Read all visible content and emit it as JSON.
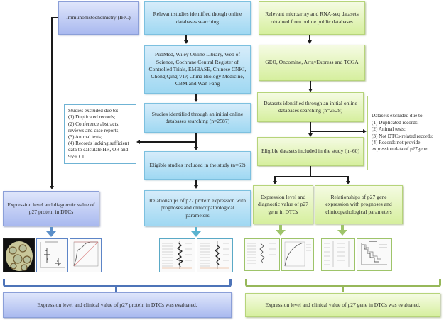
{
  "left_branch": {
    "ihc": "Immunohistochemistry (IHC)",
    "expression_diag": "Expression level and diagnostic value of p27 protein in DTCs"
  },
  "middle_branch": {
    "identified": "Relevant studies identified though online databases searching",
    "databases": "PubMed, Wiley Online Library, Web of Science, Cochrane Central Register of Controlled Trials, EMBASE, Chinese CNKI, Chong Qing VIP, China Biology Medicine, CBM and Wan Fang",
    "initial": "Studies identified through an initial online databases searching (n=2587)",
    "eligible": "Eligible studies included in the study (n=62)",
    "relationships": "Relationships of p27 protein expression with prognoses and clinicopathological parameters",
    "excluded": "Studies excluded due to:\n(1) Duplicated records;\n(2) Conference abstracts, reviews and case reports;\n(3) Animal tests;\n(4) Records lacking sufficient data to calculate HR, OR and 95% CI."
  },
  "right_branch": {
    "identified": "Relevant microarray and RNA-seq datasets obtained from online public databases",
    "databases": "GEO, Oncomine, ArrayExpress and TCGA",
    "initial": "Datasets identified through an initial online databases searching (n=2528)",
    "eligible": "Eligible datasets included in the study (n=60)",
    "expression_diag": "Expression level and diagnostic value of p27 gene in DTCs",
    "relationships": "Relationships of p27 gene expression with prognoses and clinicopathological parameters",
    "excluded": "Datasets excluded due to:\n(1) Duplicated records;\n(2) Animal tests;\n(3) Not DTCs-related records;\n(4) Records not provide expression data of p27gene."
  },
  "conclusions": {
    "protein": "Expression level and clinical value of p27 protein in DTCs was evaluated.",
    "gene": "Expression level and clinical value of p27 gene in DTCs was evaluated."
  },
  "thumbnails": {
    "protein": [
      "ihc-micrograph",
      "scatter-dot-plot",
      "roc-curve"
    ],
    "protein_meta": [
      "forest-plot",
      "forest-plot"
    ],
    "gene_diag": [
      "forest-plot",
      "sroc-curve"
    ],
    "gene_prog": [
      "forest-plot",
      "survival-curve"
    ]
  },
  "colors": {
    "blue_box": "#9fd8f2",
    "purple_box": "#a9b9ef",
    "green_box": "#d6ef9e",
    "blue_arrow": "#5b8fc9",
    "teal_arrow": "#5ab3d0",
    "green_arrow": "#9ec46a"
  }
}
